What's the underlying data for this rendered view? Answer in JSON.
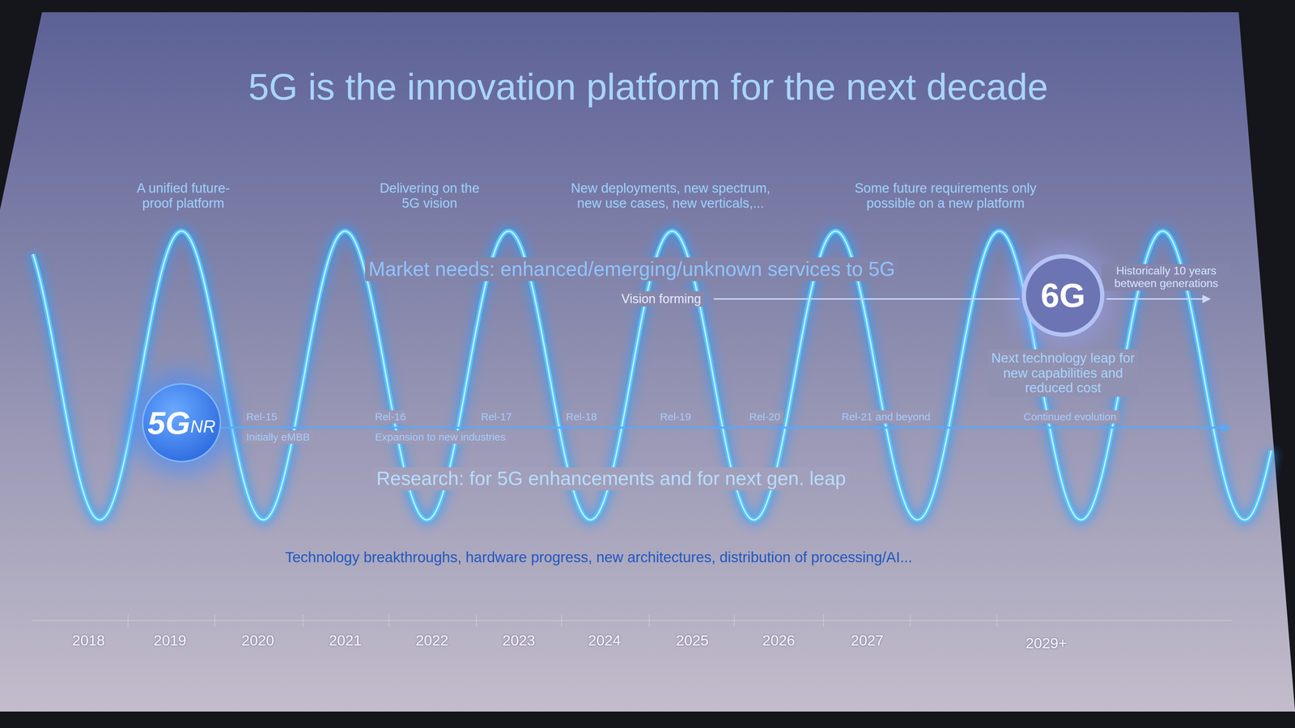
{
  "diagram": {
    "title": "5G is the innovation platform for the next decade",
    "nodes": [
      {
        "text": [
          "5G",
          "NR"
        ]
      },
      {
        "text": [
          "6G",
          "Next technology leap for new capabilities and reduced cost"
        ]
      }
    ],
    "labels": [
      "A unified future-proof platform",
      "Delivering on the 5G vision",
      "New deployments, new spectrum, new use cases, new verticals,...",
      "Some future requirements only possible on a new platform",
      "Market needs: enhanced/emerging/unknown services to 5G",
      "Vision forming",
      "Historically 10 years between generations",
      "Rel-15",
      "Initially eMBB",
      "Rel-16",
      "Expansion to new industries",
      "Rel-17",
      "Rel-18",
      "Rel-19",
      "Rel-20",
      "Rel-21 and beyond",
      "Continued evolution",
      "Research: for 5G enhancements and for next gen. leap",
      "Technology breakthroughs, hardware progress, new architectures, distribution of processing/AI...",
      "2018",
      "2019",
      "2020",
      "2021",
      "2022",
      "2023",
      "2024",
      "2025",
      "2026",
      "2027",
      "2029+"
    ]
  }
}
